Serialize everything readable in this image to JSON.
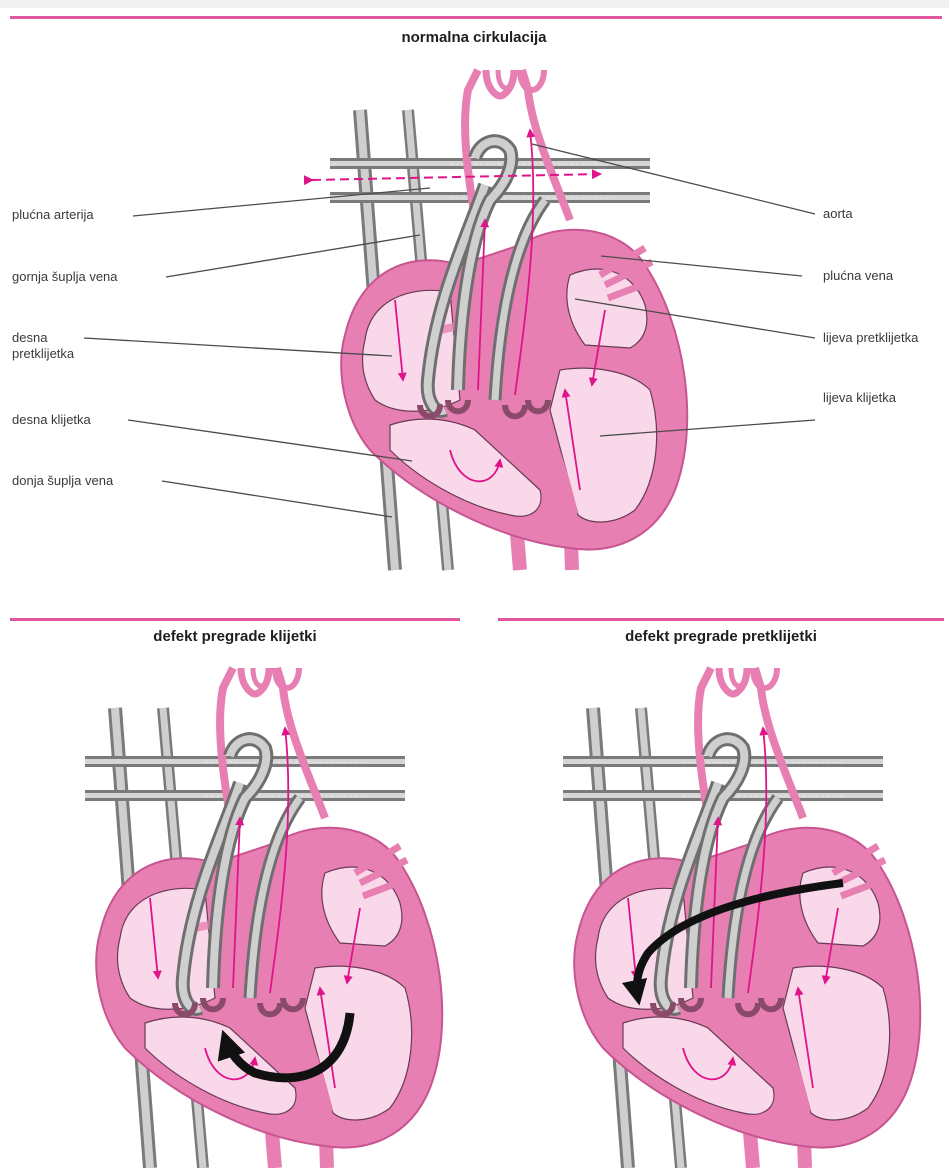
{
  "panels": {
    "normal": {
      "title": "normalna cirkulacija"
    },
    "vsd": {
      "title": "defekt pregrade klijetki"
    },
    "asd": {
      "title": "defekt pregrade pretklijetki"
    }
  },
  "labels": {
    "pulmonary_artery": "plućna arterija",
    "superior_vena_cava": "gornja šuplja vena",
    "right_atrium_l1": "desna",
    "right_atrium_l2": "pretklijetka",
    "right_ventricle": "desna klijetka",
    "inferior_vena_cava": "donja šuplja vena",
    "aorta": "aorta",
    "pulmonary_vein": "plućna vena",
    "left_atrium": "lijeva pretklijetka",
    "left_ventricle": "lijeva klijetka"
  },
  "colors": {
    "accent": "#e0569f",
    "heart_wall": "#e77fb3",
    "heart_inner": "#f9d9e9",
    "vessel_grey": "#7a7a7a",
    "flow_arrow": "#e0148a",
    "shunt_arrow": "#111111"
  }
}
